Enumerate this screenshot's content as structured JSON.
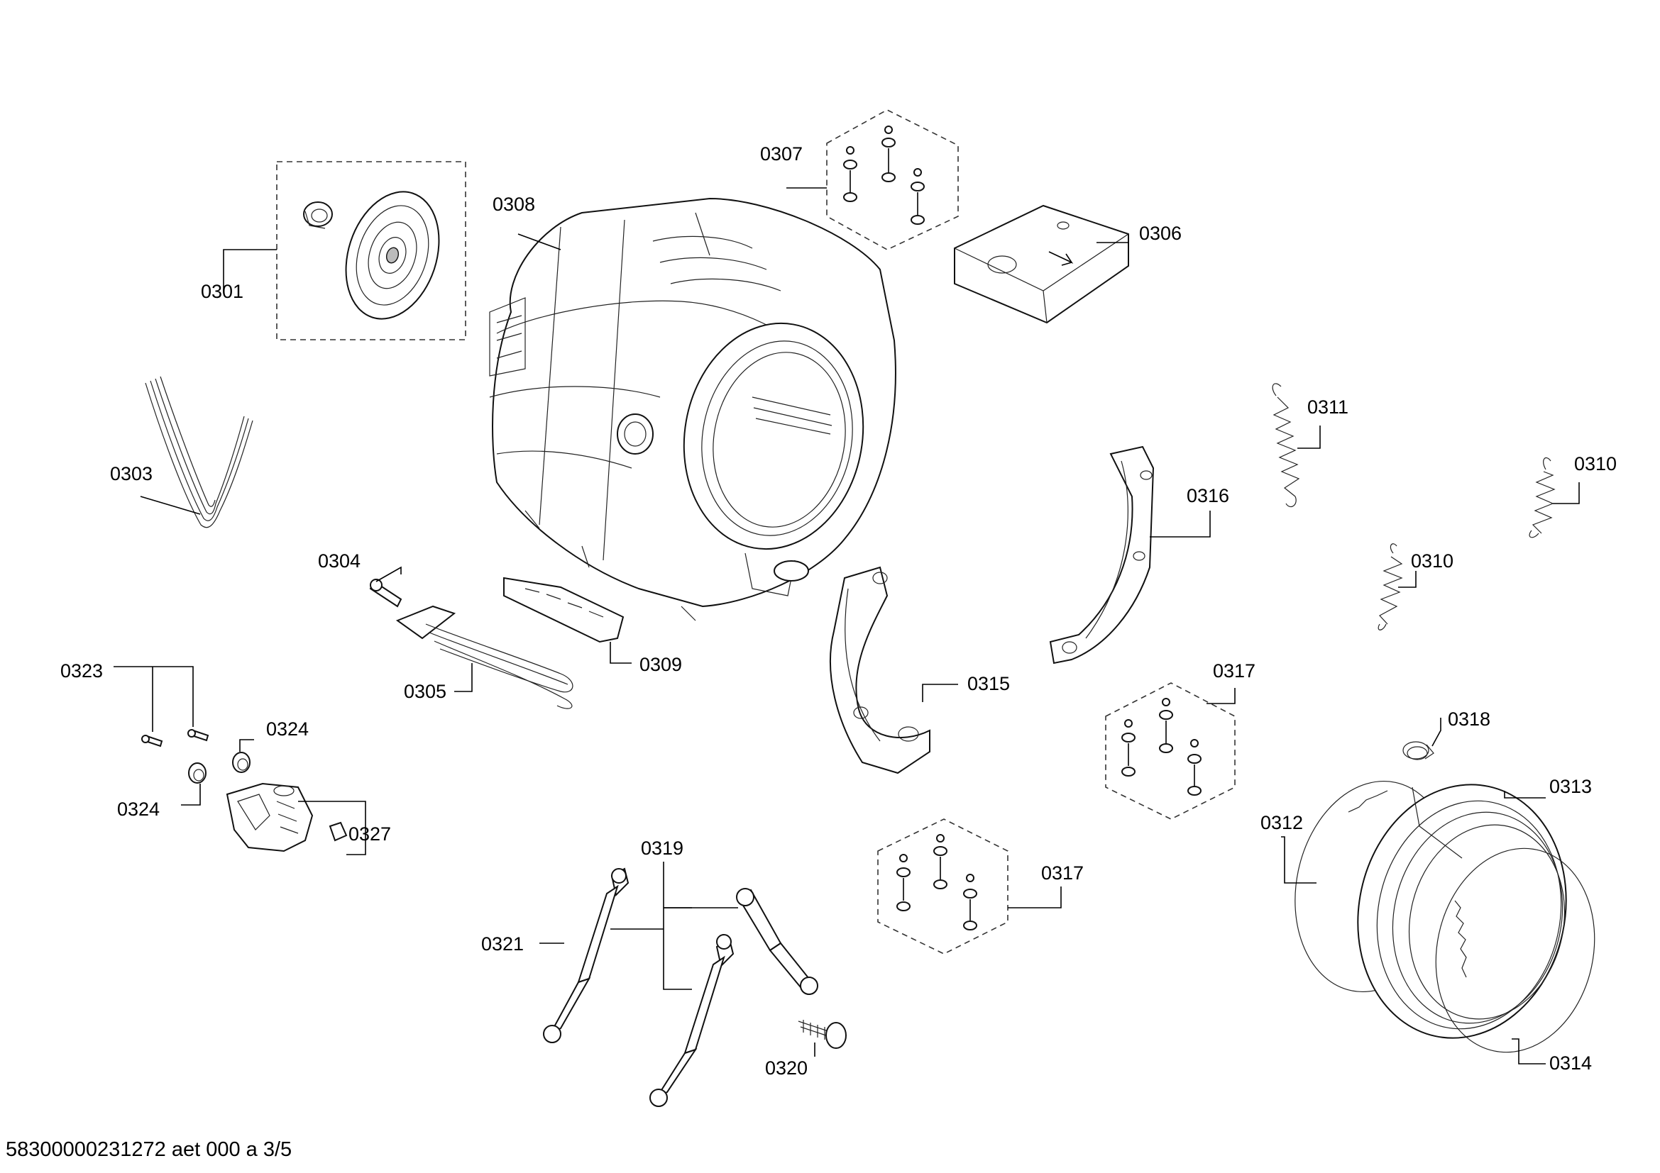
{
  "labels": {
    "p0301": "0301",
    "p0303": "0303",
    "p0304": "0304",
    "p0305": "0305",
    "p0306": "0306",
    "p0307": "0307",
    "p0308": "0308",
    "p0309": "0309",
    "p0310a": "0310",
    "p0310b": "0310",
    "p0311": "0311",
    "p0312": "0312",
    "p0313": "0313",
    "p0314": "0314",
    "p0315": "0315",
    "p0316": "0316",
    "p0317a": "0317",
    "p0317b": "0317",
    "p0318": "0318",
    "p0319": "0319",
    "p0320": "0320",
    "p0321": "0321",
    "p0323": "0323",
    "p0324a": "0324",
    "p0324b": "0324",
    "p0327": "0327"
  },
  "footer": {
    "document_id": "58300000231272 aet 000 a 3/5"
  }
}
